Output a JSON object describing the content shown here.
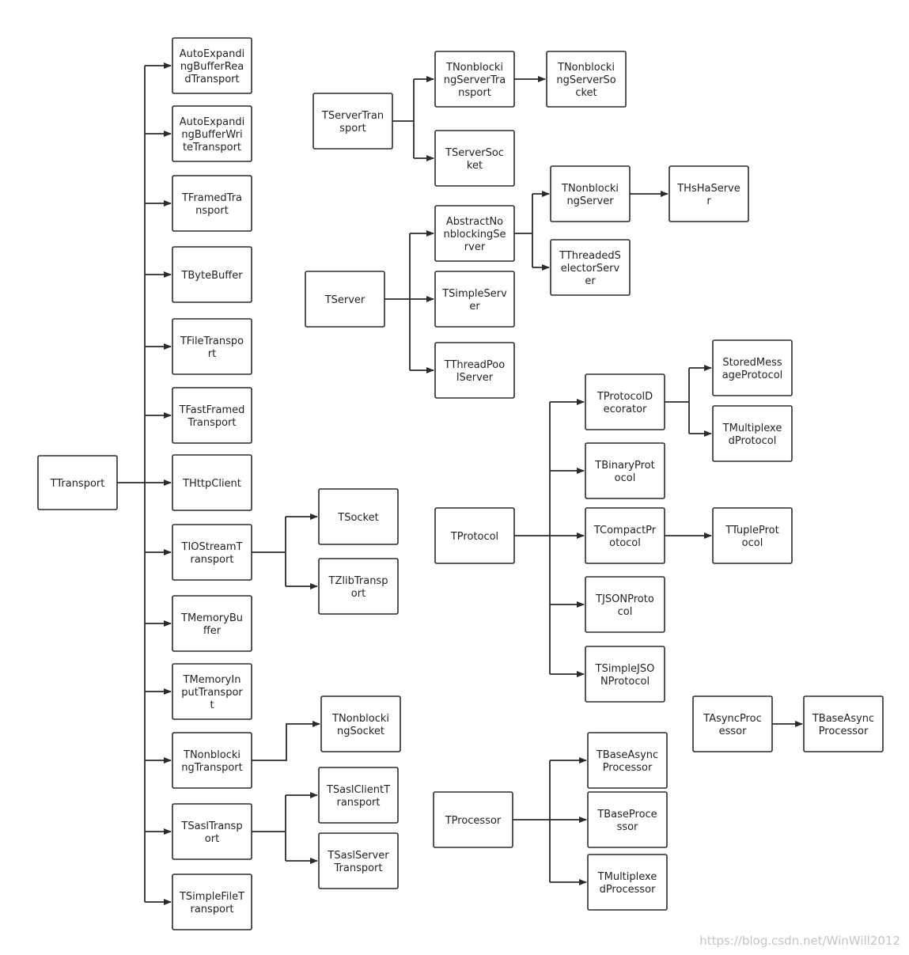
{
  "diagram": {
    "nodes": [
      {
        "id": "ttransport",
        "label": [
          "TTransport"
        ]
      },
      {
        "id": "autoread",
        "label": [
          "AutoExpandi",
          "ngBufferRea",
          "dTransport"
        ]
      },
      {
        "id": "autowrite",
        "label": [
          "AutoExpandi",
          "ngBufferWri",
          "teTransport"
        ]
      },
      {
        "id": "tframed",
        "label": [
          "TFramedTra",
          "nsport"
        ]
      },
      {
        "id": "tbytebuffer",
        "label": [
          "TByteBuffer"
        ]
      },
      {
        "id": "tfiletransport",
        "label": [
          "TFileTranspo",
          "rt"
        ]
      },
      {
        "id": "tfastframed",
        "label": [
          "TFastFramed",
          "Transport"
        ]
      },
      {
        "id": "thttpclient",
        "label": [
          "THttpClient"
        ]
      },
      {
        "id": "tiostream",
        "label": [
          "TIOStreamT",
          "ransport"
        ]
      },
      {
        "id": "tmemorybuffer",
        "label": [
          "TMemoryBu",
          "ffer"
        ]
      },
      {
        "id": "tmemoryinput",
        "label": [
          "TMemoryIn",
          "putTranspor",
          "t"
        ]
      },
      {
        "id": "tnbtransport",
        "label": [
          "TNonblocki",
          "ngTransport"
        ]
      },
      {
        "id": "tsasltransport",
        "label": [
          "TSaslTransp",
          "ort"
        ]
      },
      {
        "id": "tsimplefile",
        "label": [
          "TSimpleFileT",
          "ransport"
        ]
      },
      {
        "id": "tsocket",
        "label": [
          "TSocket"
        ]
      },
      {
        "id": "tzlib",
        "label": [
          "TZlibTransp",
          "ort"
        ]
      },
      {
        "id": "tnbsocket",
        "label": [
          "TNonblocki",
          "ngSocket"
        ]
      },
      {
        "id": "tsaslclient",
        "label": [
          "TSaslClientT",
          "ransport"
        ]
      },
      {
        "id": "tsaslserver",
        "label": [
          "TSaslServer",
          "Transport"
        ]
      },
      {
        "id": "tservertransport",
        "label": [
          "TServerTran",
          "sport"
        ]
      },
      {
        "id": "tnbservertransport",
        "label": [
          "TNonblocki",
          "ngServerTra",
          "nsport"
        ]
      },
      {
        "id": "tnbserversocket",
        "label": [
          "TNonblocki",
          "ngServerSo",
          "cket"
        ]
      },
      {
        "id": "tserversocket",
        "label": [
          "TServerSoc",
          "ket"
        ]
      },
      {
        "id": "tserver",
        "label": [
          "TServer"
        ]
      },
      {
        "id": "abstractnb",
        "label": [
          "AbstractNo",
          "nblockingSe",
          "rver"
        ]
      },
      {
        "id": "tnbserver",
        "label": [
          "TNonblocki",
          "ngServer"
        ]
      },
      {
        "id": "thshaserver",
        "label": [
          "THsHaServe",
          "r"
        ]
      },
      {
        "id": "tthreadedselector",
        "label": [
          "TThreadedS",
          "electorServ",
          "er"
        ]
      },
      {
        "id": "tsimpleserver",
        "label": [
          "TSimpleServ",
          "er"
        ]
      },
      {
        "id": "tthreadpool",
        "label": [
          "TThreadPoo",
          "lServer"
        ]
      },
      {
        "id": "tprotocol",
        "label": [
          "TProtocol"
        ]
      },
      {
        "id": "tprotocoldecorator",
        "label": [
          "TProtocolD",
          "ecorator"
        ]
      },
      {
        "id": "storedmessage",
        "label": [
          "StoredMess",
          "ageProtocol"
        ]
      },
      {
        "id": "tmultiplexedprotocol",
        "label": [
          "TMultiplexe",
          "dProtocol"
        ]
      },
      {
        "id": "tbinary",
        "label": [
          "TBinaryProt",
          "ocol"
        ]
      },
      {
        "id": "tcompact",
        "label": [
          "TCompactPr",
          "otocol"
        ]
      },
      {
        "id": "ttuple",
        "label": [
          "TTupleProt",
          "ocol"
        ]
      },
      {
        "id": "tjson",
        "label": [
          "TJSONProto",
          "col"
        ]
      },
      {
        "id": "tsimplejson",
        "label": [
          "TSimpleJSO",
          "NProtocol"
        ]
      },
      {
        "id": "tasyncprocessor",
        "label": [
          "TAsyncProc",
          "essor"
        ]
      },
      {
        "id": "tbaseasync1",
        "label": [
          "TBaseAsync",
          "Processor"
        ]
      },
      {
        "id": "tprocessor",
        "label": [
          "TProcessor"
        ]
      },
      {
        "id": "tbaseasync2",
        "label": [
          "TBaseAsync",
          "Processor"
        ]
      },
      {
        "id": "tbaseprocessor",
        "label": [
          "TBaseProce",
          "ssor"
        ]
      },
      {
        "id": "tmultiplexedprocessor",
        "label": [
          "TMultiplexe",
          "dProcessor"
        ]
      }
    ],
    "edges": [
      {
        "from": "ttransport",
        "to": [
          "autoread",
          "autowrite",
          "tframed",
          "tbytebuffer",
          "tfiletransport",
          "tfastframed",
          "thttpclient",
          "tiostream",
          "tmemorybuffer",
          "tmemoryinput",
          "tnbtransport",
          "tsasltransport",
          "tsimplefile"
        ]
      },
      {
        "from": "tiostream",
        "to": [
          "tsocket",
          "tzlib"
        ]
      },
      {
        "from": "tnbtransport",
        "to": [
          "tnbsocket"
        ]
      },
      {
        "from": "tsasltransport",
        "to": [
          "tsaslclient",
          "tsaslserver"
        ]
      },
      {
        "from": "tservertransport",
        "to": [
          "tnbservertransport",
          "tserversocket"
        ]
      },
      {
        "from": "tnbservertransport",
        "to": [
          "tnbserversocket"
        ]
      },
      {
        "from": "tserver",
        "to": [
          "abstractnb",
          "tsimpleserver",
          "tthreadpool"
        ]
      },
      {
        "from": "abstractnb",
        "to": [
          "tnbserver",
          "tthreadedselector"
        ]
      },
      {
        "from": "tnbserver",
        "to": [
          "thshaserver"
        ]
      },
      {
        "from": "tprotocol",
        "to": [
          "tprotocoldecorator",
          "tbinary",
          "tcompact",
          "tjson",
          "tsimplejson"
        ]
      },
      {
        "from": "tprotocoldecorator",
        "to": [
          "storedmessage",
          "tmultiplexedprotocol"
        ]
      },
      {
        "from": "tcompact",
        "to": [
          "ttuple"
        ]
      },
      {
        "from": "tasyncprocessor",
        "to": [
          "tbaseasync1"
        ]
      },
      {
        "from": "tprocessor",
        "to": [
          "tbaseasync2",
          "tbaseprocessor",
          "tmultiplexedprocessor"
        ]
      }
    ]
  },
  "watermark": "https://blog.csdn.net/WinWill2012"
}
